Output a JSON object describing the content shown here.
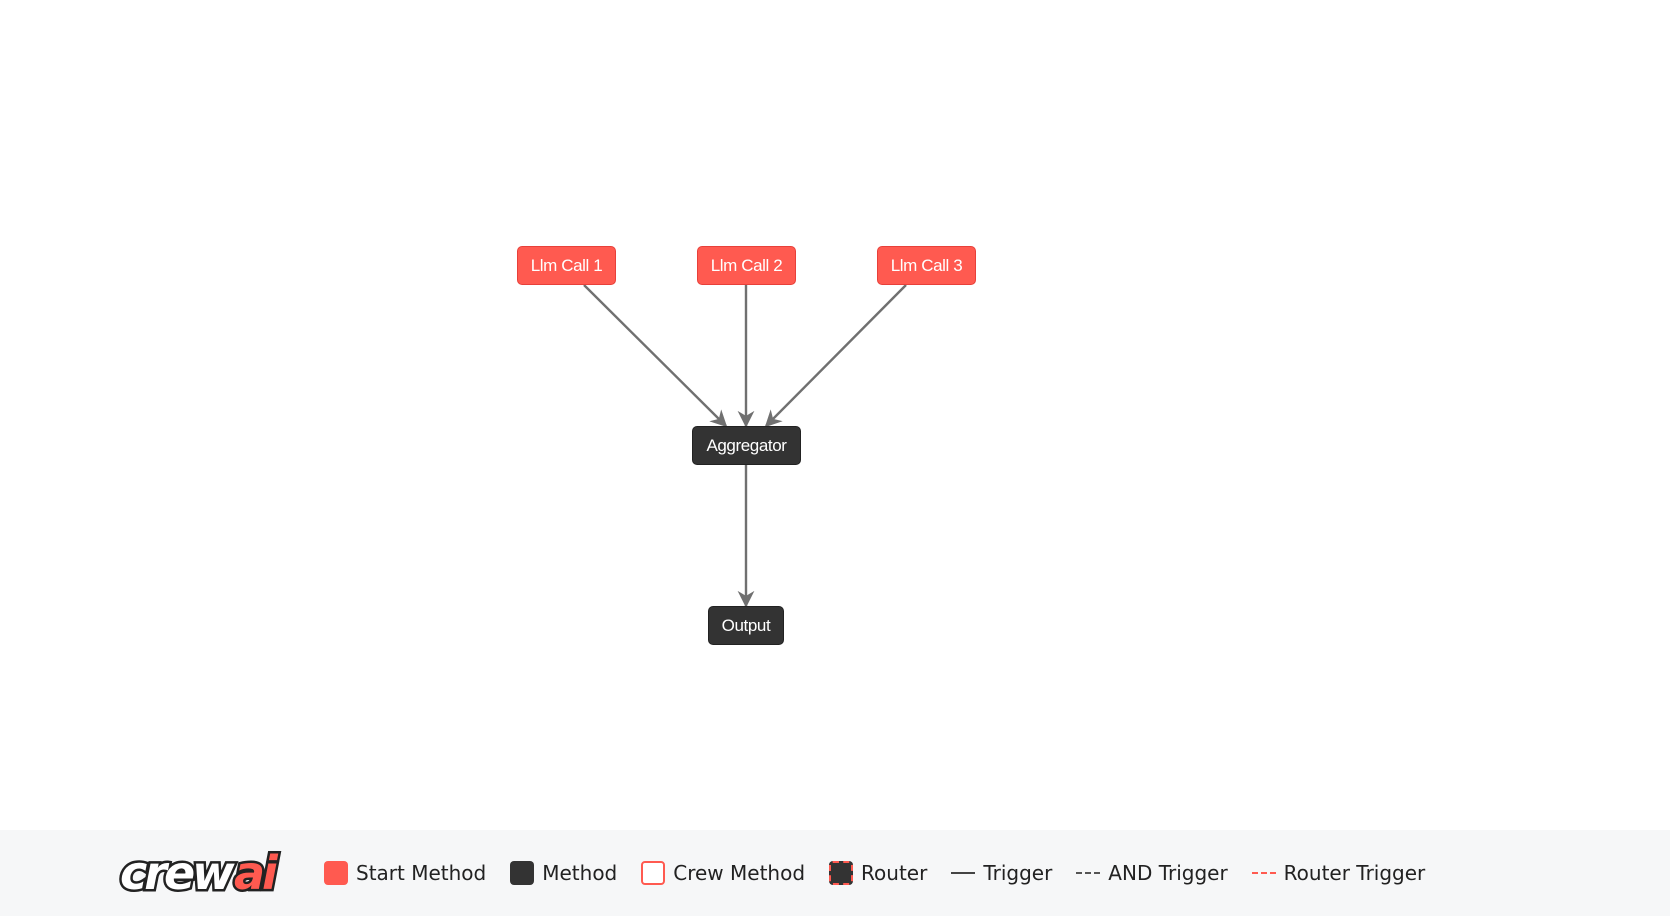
{
  "diagram": {
    "nodes": [
      {
        "id": "llm_call_1",
        "label": "Llm Call 1",
        "kind": "start"
      },
      {
        "id": "llm_call_2",
        "label": "Llm Call 2",
        "kind": "start"
      },
      {
        "id": "llm_call_3",
        "label": "Llm Call 3",
        "kind": "start"
      },
      {
        "id": "aggregator",
        "label": "Aggregator",
        "kind": "method"
      },
      {
        "id": "output",
        "label": "Output",
        "kind": "method"
      }
    ],
    "edges": [
      {
        "from": "llm_call_1",
        "to": "aggregator",
        "style": "solid"
      },
      {
        "from": "llm_call_2",
        "to": "aggregator",
        "style": "solid"
      },
      {
        "from": "llm_call_3",
        "to": "aggregator",
        "style": "solid"
      },
      {
        "from": "aggregator",
        "to": "output",
        "style": "solid"
      }
    ]
  },
  "legend": {
    "logo_text": "crewai",
    "items": [
      {
        "label": "Start Method"
      },
      {
        "label": "Method"
      },
      {
        "label": "Crew Method"
      },
      {
        "label": "Router"
      },
      {
        "label": "Trigger"
      },
      {
        "label": "AND Trigger"
      },
      {
        "label": "Router Trigger"
      }
    ]
  },
  "colors": {
    "start": "#ff5a50",
    "method": "#333333",
    "edge": "#707070",
    "legend_bg": "#f6f7f8"
  }
}
